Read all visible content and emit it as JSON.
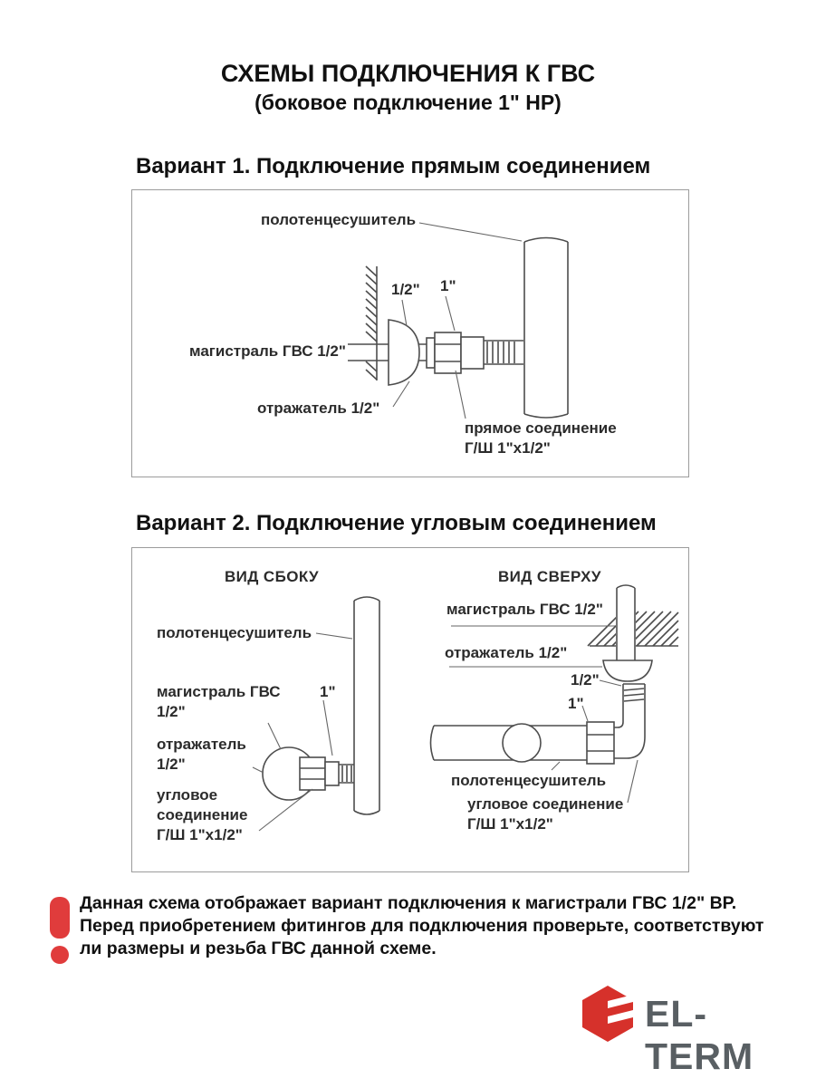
{
  "page": {
    "title": "СХЕМЫ ПОДКЛЮЧЕНИЯ К ГВС",
    "subtitle": "(боковое подключение 1\" НР)"
  },
  "variant1": {
    "heading": "Вариант 1. Подключение прямым соединением",
    "labels": {
      "towel_warmer": "полотенцесушитель",
      "size_half": "1/2\"",
      "size_one": "1\"",
      "supply_main": "магистраль ГВС 1/2\"",
      "reflector": "отражатель 1/2\"",
      "connection_l1": "прямое соединение",
      "connection_l2": "Г/Ш 1\"х1/2\""
    }
  },
  "variant2": {
    "heading": "Вариант 2. Подключение угловым соединением",
    "side_view": {
      "title": "ВИД СБОКУ",
      "towel_warmer": "полотенцесушитель",
      "supply_l1": "магистраль ГВС",
      "supply_l2": "1/2\"",
      "size_one": "1\"",
      "reflector_l1": "отражатель",
      "reflector_l2": "1/2\"",
      "connection_l1": "угловое",
      "connection_l2": "соединение",
      "connection_l3": "Г/Ш 1\"х1/2\""
    },
    "top_view": {
      "title": "ВИД СВЕРХУ",
      "supply_main": "магистраль ГВС 1/2\"",
      "reflector": "отражатель 1/2\"",
      "size_half": "1/2\"",
      "size_one": "1\"",
      "towel_warmer": "полотенцесушитель",
      "connection_l1": "угловое соединение",
      "connection_l2": "Г/Ш 1\"х1/2\""
    }
  },
  "warning": {
    "lines": [
      "Данная схема отображает вариант подключения к магистрали ГВС 1/2\" ВР.",
      "Перед приобретением фитингов для подключения проверьте, соответствуют",
      "ли  размеры и резьба ГВС данной схеме."
    ],
    "accent_color": "#e03c3c"
  },
  "logo": {
    "text": "EL-TERM",
    "brand_color": "#d6312b",
    "text_color": "#595f63"
  }
}
